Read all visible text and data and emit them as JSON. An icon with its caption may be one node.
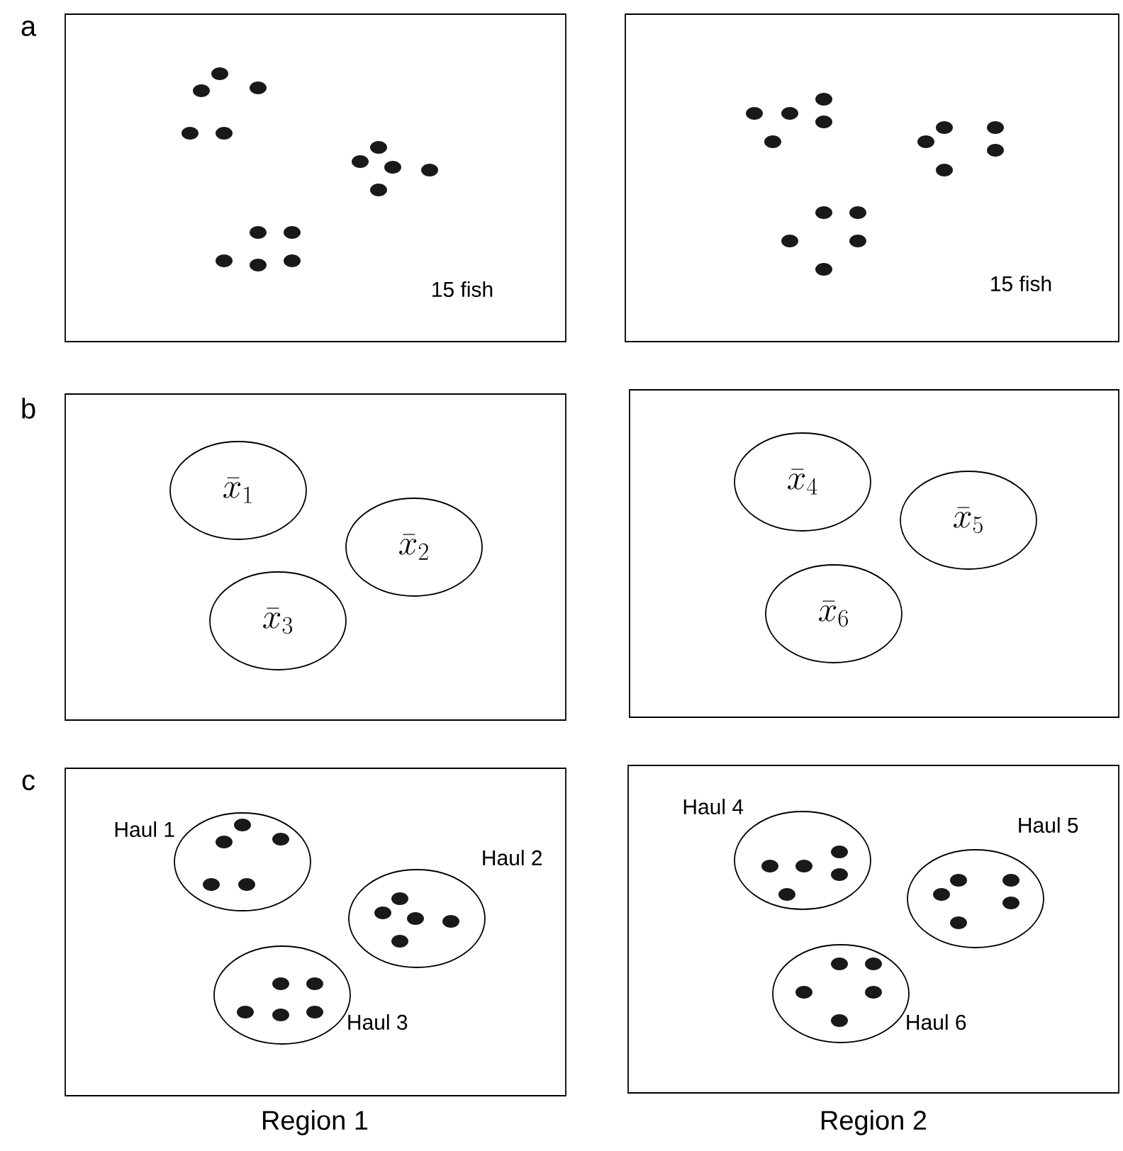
{
  "diagram": {
    "nodes": [
      {
        "text": [
          "15 fish"
        ]
      },
      {
        "text": [
          "15 fish"
        ]
      },
      {
        "text": [],
        "shape": "box"
      },
      {
        "text": [
          "\\bar{x}_{1}"
        ],
        "in": 2
      },
      {
        "text": [
          "\\bar{x}_{2}"
        ],
        "in": 2
      },
      {
        "text": [
          "\\bar{x}_{3}"
        ],
        "in": 2
      },
      {
        "text": [],
        "shape": "box"
      },
      {
        "text": [
          "\\bar{x}_{4}"
        ],
        "in": 6
      },
      {
        "text": [
          "\\bar{x}_{5}"
        ],
        "in": 6
      },
      {
        "text": [
          "\\bar{x}_{6}"
        ],
        "in": 6
      },
      {
        "text": [],
        "shape": "box"
      },
      {
        "text": [],
        "shape": "ellipse",
        "in": 10,
        "beside": [
          "Haul 1"
        ]
      },
      {
        "text": [],
        "shape": "ellipse",
        "in": 10,
        "beside": [
          "Haul 2"
        ]
      },
      {
        "text": [],
        "shape": "ellipse",
        "in": 10,
        "beside": [
          "Haul 3"
        ]
      },
      {
        "text": [],
        "shape": "box"
      },
      {
        "text": [],
        "shape": "ellipse",
        "in": 14,
        "beside": [
          "Haul 4"
        ]
      },
      {
        "text": [],
        "shape": "ellipse",
        "in": 14,
        "beside": [
          "Haul 5"
        ]
      },
      {
        "text": [],
        "shape": "ellipse",
        "in": 14,
        "beside": [
          "Haul 6"
        ]
      }
    ],
    "labels": [
      "a",
      "b",
      "c",
      "Region 1",
      "Region 2"
    ]
  }
}
